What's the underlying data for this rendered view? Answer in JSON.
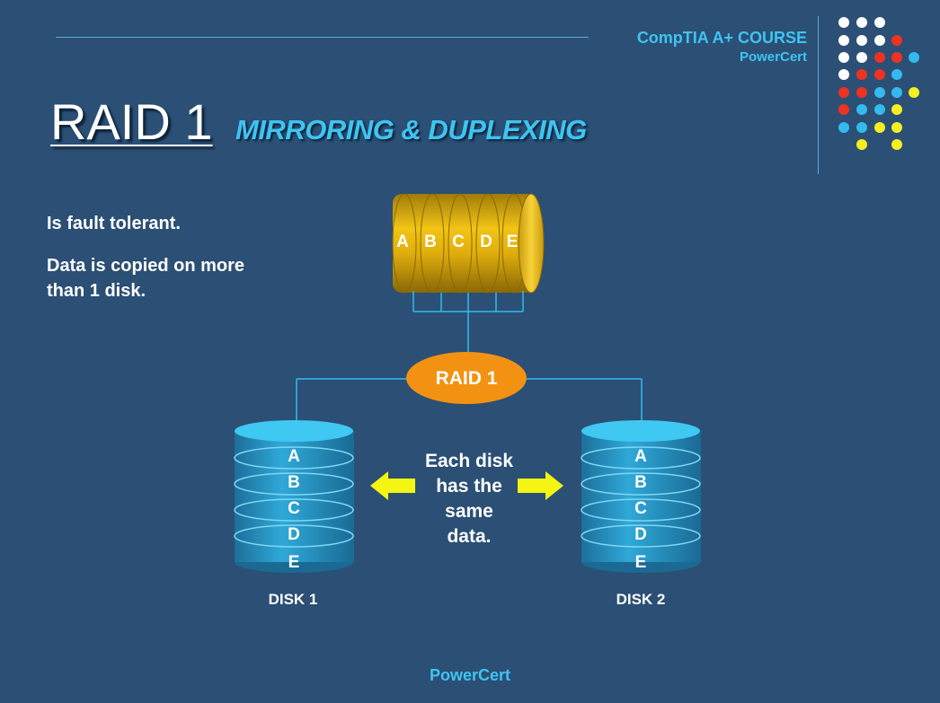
{
  "header": {
    "course": "CompTIA A+ COURSE",
    "brand": "PowerCert"
  },
  "title": {
    "main": "RAID 1",
    "sub": "MIRRORING & DUPLEXING"
  },
  "body": {
    "line1": "Is fault tolerant.",
    "line2": "Data is copied on more than 1 disk."
  },
  "array": {
    "segments": [
      "A",
      "B",
      "C",
      "D",
      "E"
    ]
  },
  "controller": {
    "label": "RAID 1"
  },
  "caption": [
    "Each disk",
    "has the",
    "same",
    "data."
  ],
  "disks": [
    {
      "label": "DISK 1",
      "blocks": [
        "A",
        "B",
        "C",
        "D",
        "E"
      ]
    },
    {
      "label": "DISK 2",
      "blocks": [
        "A",
        "B",
        "C",
        "D",
        "E"
      ]
    }
  ],
  "footer": "PowerCert",
  "colors": {
    "background": "#2b4f75",
    "accent": "#3fc4f0",
    "controller": "#f39212",
    "array": "#f2c415",
    "arrow": "#f5f514",
    "dot_red": "#ee3322"
  },
  "icons": [
    "dot-grid-decoration",
    "left-arrow-icon",
    "right-arrow-icon"
  ]
}
